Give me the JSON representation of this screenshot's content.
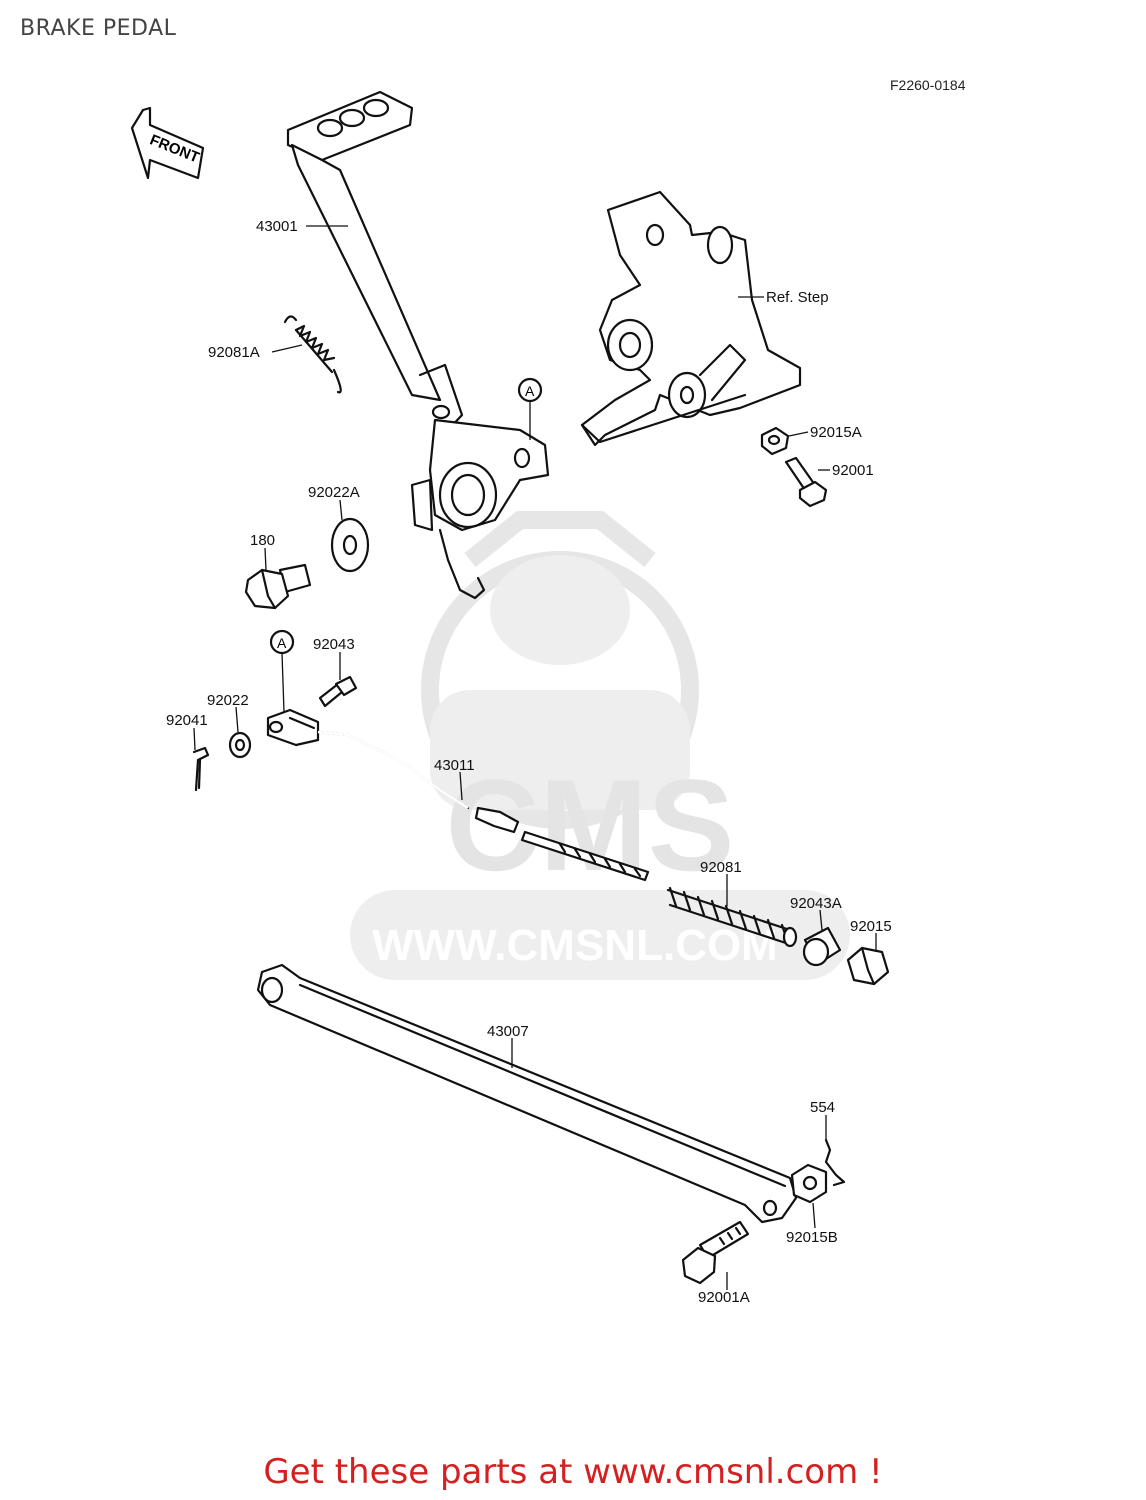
{
  "page": {
    "title": "BRAKE PEDAL",
    "figure_code": "F2260-0184",
    "footer": "Get these parts at www.cmsnl.com !"
  },
  "watermark": {
    "brand": "CMS",
    "url": "WWW.CMSNL.COM"
  },
  "front_marker": "FRONT",
  "ref_circle": "A",
  "parts": [
    {
      "id": "43001",
      "label": "43001"
    },
    {
      "id": "92081A",
      "label": "92081A"
    },
    {
      "id": "ref-step",
      "label": "Ref. Step"
    },
    {
      "id": "92015A",
      "label": "92015A"
    },
    {
      "id": "92001",
      "label": "92001"
    },
    {
      "id": "92022A",
      "label": "92022A"
    },
    {
      "id": "180",
      "label": "180"
    },
    {
      "id": "92043",
      "label": "92043"
    },
    {
      "id": "92022",
      "label": "92022"
    },
    {
      "id": "92041",
      "label": "92041"
    },
    {
      "id": "43011",
      "label": "43011"
    },
    {
      "id": "92081",
      "label": "92081"
    },
    {
      "id": "92043A",
      "label": "92043A"
    },
    {
      "id": "92015",
      "label": "92015"
    },
    {
      "id": "43007",
      "label": "43007"
    },
    {
      "id": "554",
      "label": "554"
    },
    {
      "id": "92015B",
      "label": "92015B"
    },
    {
      "id": "92001A",
      "label": "92001A"
    }
  ],
  "colors": {
    "ink": "#111111",
    "title": "#444444",
    "footer": "#d42020",
    "watermark": "#eeeeee"
  }
}
